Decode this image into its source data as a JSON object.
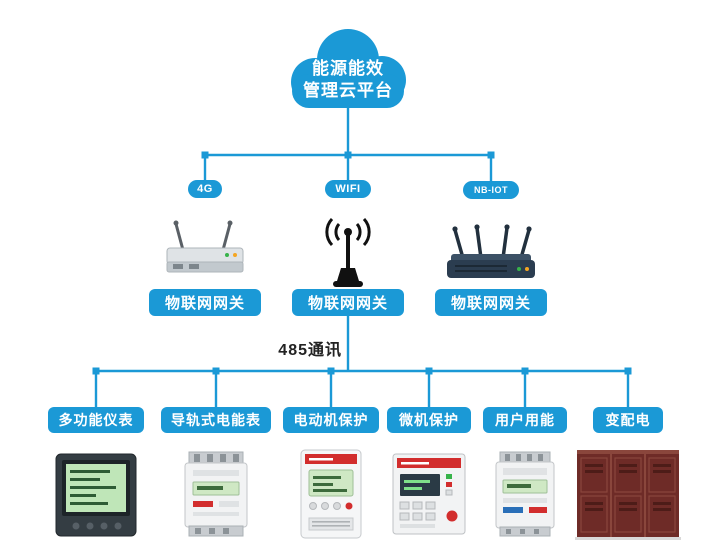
{
  "colors": {
    "primary": "#1b99d6",
    "text_dark": "#222222",
    "white": "#ffffff"
  },
  "cloud": {
    "line1": "能源能效",
    "line2": "管理云平台",
    "icon": "cloud-icon"
  },
  "connectivity": [
    {
      "badge": "4G",
      "gateway": "物联网网关",
      "device_image": "4g-router"
    },
    {
      "badge": "WIFI",
      "gateway": "物联网网关",
      "device_image": "wifi-antenna"
    },
    {
      "badge": "NB-IOT",
      "gateway": "物联网网关",
      "device_image": "nb-iot-router"
    }
  ],
  "bus": {
    "label": "485通讯"
  },
  "endpoints": [
    {
      "label": "多功能仪表",
      "image": "multifunction-meter"
    },
    {
      "label": "导轨式电能表",
      "image": "din-rail-energy-meter"
    },
    {
      "label": "电动机保护",
      "image": "motor-protection-device"
    },
    {
      "label": "微机保护",
      "image": "microcomputer-protection-device"
    },
    {
      "label": "用户用能",
      "image": "user-energy-meter"
    },
    {
      "label": "变配电",
      "image": "power-distribution-cabinet"
    }
  ]
}
